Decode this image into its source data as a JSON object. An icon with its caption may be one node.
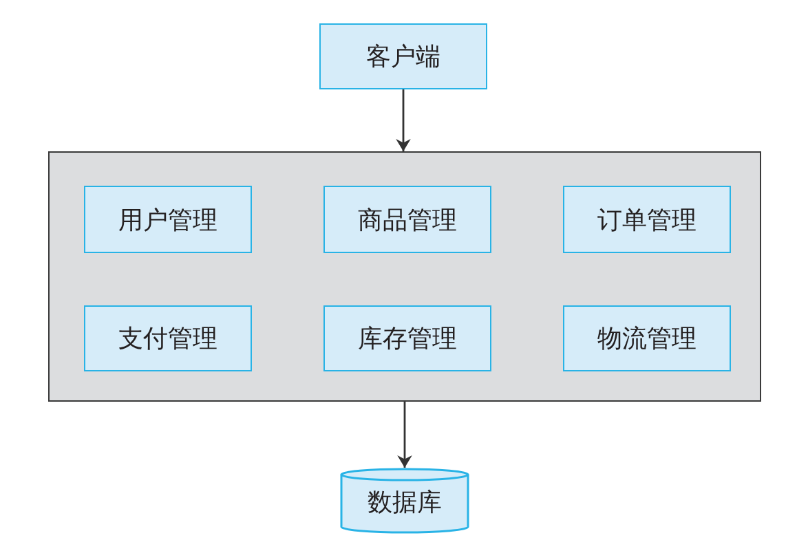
{
  "diagram": {
    "nodes": [
      {
        "text": [
          "客户端"
        ]
      },
      {
        "text": [],
        "shape": "box"
      },
      {
        "text": [
          "用户管理"
        ],
        "in": 1
      },
      {
        "text": [
          "商品管理"
        ],
        "in": 1
      },
      {
        "text": [
          "订单管理"
        ],
        "in": 1
      },
      {
        "text": [
          "支付管理"
        ],
        "in": 1
      },
      {
        "text": [
          "库存管理"
        ],
        "in": 1
      },
      {
        "text": [
          "物流管理"
        ],
        "in": 1
      },
      {
        "text": [
          "数据库"
        ]
      }
    ],
    "edges": [
      {
        "from": 0,
        "to": 1,
        "arrow": "to"
      },
      {
        "from": 1,
        "to": 8,
        "arrow": "to"
      }
    ]
  }
}
